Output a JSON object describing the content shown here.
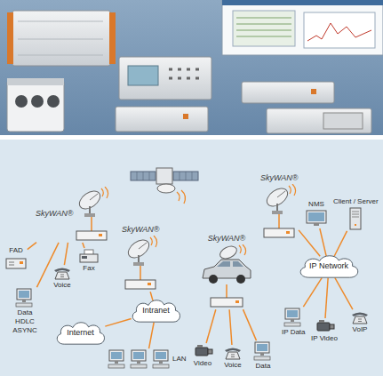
{
  "diagram": {
    "nodes": [
      {
        "text": [
          "SkyWAN®"
        ]
      },
      {
        "text": [
          "FAD"
        ]
      },
      {
        "text": [
          "Voice"
        ]
      },
      {
        "text": [
          "Fax"
        ]
      },
      {
        "text": [
          "Data HDLC ASYNC"
        ]
      },
      {
        "text": [
          "SkyWAN®"
        ]
      },
      {
        "text": [
          "Intranet"
        ]
      },
      {
        "text": [
          "Internet"
        ]
      },
      {
        "text": [
          "LAN"
        ]
      },
      {
        "text": [
          "SkyWAN®"
        ]
      },
      {
        "text": [
          "Video"
        ]
      },
      {
        "text": [
          "Voice"
        ]
      },
      {
        "text": [
          "Data"
        ]
      },
      {
        "text": [
          "SkyWAN®"
        ]
      },
      {
        "text": [
          "IP Network"
        ]
      },
      {
        "text": [
          "NMS"
        ]
      },
      {
        "text": [
          "Client / Server"
        ]
      },
      {
        "text": [
          "IP Data"
        ]
      },
      {
        "text": [
          "IP Video"
        ]
      },
      {
        "text": [
          "VoIP"
        ]
      }
    ],
    "edges": [
      {
        "from": 0,
        "to": 1,
        "arrow": "none"
      },
      {
        "from": 0,
        "to": 2,
        "arrow": "none"
      },
      {
        "from": 0,
        "to": 3,
        "arrow": "none"
      },
      {
        "from": 0,
        "to": 4,
        "arrow": "none"
      },
      {
        "from": 5,
        "to": 6,
        "arrow": "none"
      },
      {
        "from": 6,
        "to": 7,
        "arrow": "none"
      },
      {
        "from": 6,
        "to": 8,
        "arrow": "none"
      },
      {
        "from": 9,
        "to": 10,
        "arrow": "none"
      },
      {
        "from": 9,
        "to": 11,
        "arrow": "none"
      },
      {
        "from": 9,
        "to": 12,
        "arrow": "none"
      },
      {
        "from": 13,
        "to": 14,
        "arrow": "none"
      },
      {
        "from": 14,
        "to": 15,
        "arrow": "none"
      },
      {
        "from": 14,
        "to": 16,
        "arrow": "none"
      },
      {
        "from": 14,
        "to": 17,
        "arrow": "none"
      },
      {
        "from": 14,
        "to": 18,
        "arrow": "none"
      },
      {
        "from": 14,
        "to": 19,
        "arrow": "none"
      }
    ]
  }
}
